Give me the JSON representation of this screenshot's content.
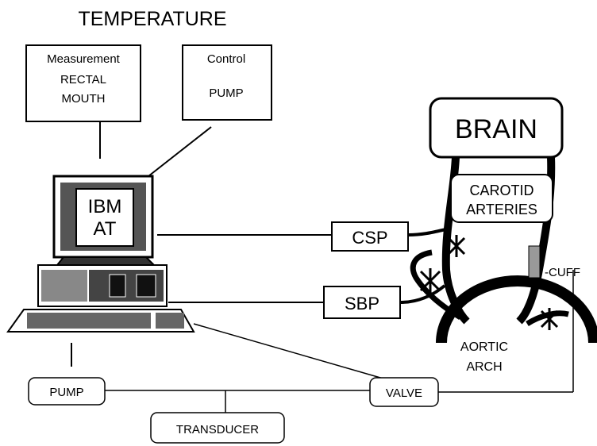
{
  "title": "TEMPERATURE",
  "measurement_box": {
    "heading": "Measurement",
    "line1": "RECTAL",
    "line2": "MOUTH"
  },
  "control_box": {
    "heading": "Control",
    "line1": "PUMP"
  },
  "computer": {
    "screen_line1": "IBM",
    "screen_line2": "AT"
  },
  "brain": "BRAIN",
  "carotid": {
    "line1": "CAROTID",
    "line2": "ARTERIES"
  },
  "csp": "CSP",
  "sbp": "SBP",
  "cuff": "-CUFF",
  "aortic": {
    "line1": "AORTIC",
    "line2": "ARCH"
  },
  "pump": "PUMP",
  "valve": "VALVE",
  "transducer": "TRANSDUCER"
}
